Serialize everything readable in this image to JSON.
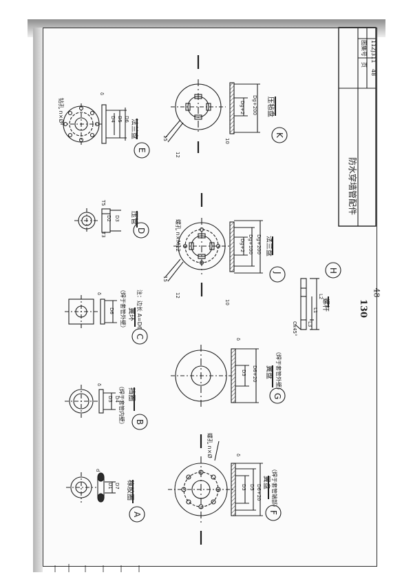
{
  "title_block": {
    "title": "防水穿墙管配件",
    "atlas_label": "图集号",
    "atlas_no": "11ZJ311",
    "page_label": "页",
    "page_no": "48"
  },
  "page_numbers": {
    "primary": "130",
    "secondary": "48"
  },
  "parts": [
    {
      "letter": "A",
      "name": "橡胶圈",
      "note": "",
      "dims": [
        "D1",
        "D7",
        "d"
      ]
    },
    {
      "letter": "B",
      "name": "挡圈",
      "note": "（焊于套管内壁）",
      "dims": [
        "D3",
        "D4",
        "δ"
      ]
    },
    {
      "letter": "C",
      "name": "翼环",
      "note": "（焊于套管外壁）",
      "note2": "注：边长 A=D6",
      "dims": [
        "D6",
        "δ"
      ]
    },
    {
      "letter": "D",
      "name": "压管",
      "dims": [
        "D2",
        "D3",
        "T5",
        "T3"
      ]
    },
    {
      "letter": "E",
      "name": "法兰盘",
      "hole": "钻孔 n×Ø",
      "dims": [
        "D4",
        "D5",
        "D6",
        "δ"
      ]
    },
    {
      "letter": "F",
      "name": "翼盘",
      "note": "（焊于套管端部）",
      "hole": "螺孔 n×Ø",
      "dims": [
        "D3",
        "D5",
        "D6+20",
        "δ"
      ]
    },
    {
      "letter": "G",
      "name": "翼盘",
      "note": "（焊于套管外壁）",
      "dims": [
        "D3",
        "D6+20",
        "δ"
      ]
    },
    {
      "letter": "H",
      "name": "螺杆",
      "dims": [
        "Cx45°",
        "L1",
        "L2",
        "L3"
      ]
    },
    {
      "letter": "J",
      "name": "法兰盘",
      "hole": "螺孔 n×M12",
      "dims": [
        "Dg+2",
        "Dg+100",
        "Dg+200",
        "15",
        "12",
        "10"
      ]
    },
    {
      "letter": "K",
      "name": "压毡盘",
      "dims": [
        "Dg+2",
        "Dg+200",
        "15",
        "12",
        "10"
      ]
    }
  ]
}
